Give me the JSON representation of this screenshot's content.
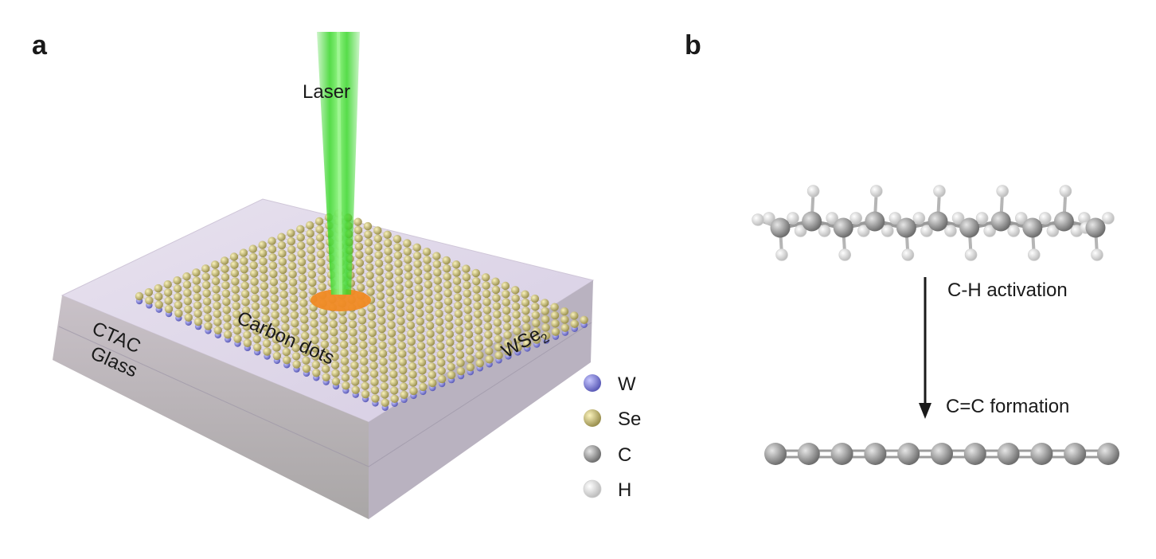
{
  "panels": {
    "a": {
      "label": "a"
    },
    "b": {
      "label": "b"
    }
  },
  "panel_a": {
    "laser_label": "Laser",
    "carbon_dots_label": "Carbon dots",
    "ctac_label": "CTAC",
    "glass_label": "Glass",
    "wse2_label": "WSe",
    "wse2_subscript": "2",
    "laser_color": "#39d62a",
    "spot_color": "#f08a24",
    "legend": [
      {
        "symbol": "W",
        "color": "#7c7cd6"
      },
      {
        "symbol": "Se",
        "color": "#b7ad62"
      },
      {
        "symbol": "C",
        "color": "#8f8f8f"
      },
      {
        "symbol": "H",
        "color": "#f4f4f4"
      }
    ]
  },
  "panel_b": {
    "step1_label": "C-H activation",
    "step2_label": "C=C formation"
  }
}
